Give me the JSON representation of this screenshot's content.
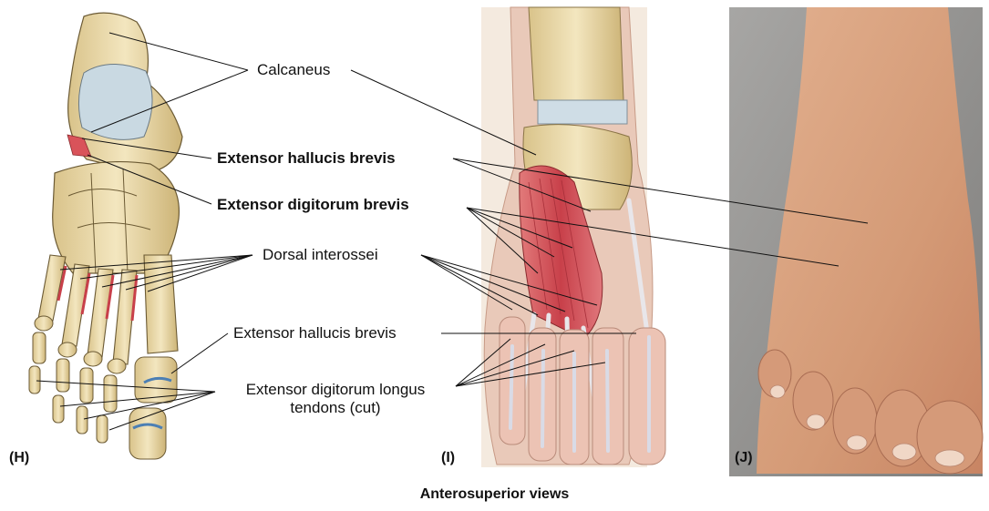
{
  "labels": {
    "calcaneus": "Calcaneus",
    "ext_hallucis_brevis_1": "Extensor hallucis brevis",
    "ext_digitorum_brevis": "Extensor digitorum brevis",
    "dorsal_interossei": "Dorsal interossei",
    "ext_hallucis_brevis_2": "Extensor hallucis brevis",
    "ext_digitorum_longus_1": "Extensor digitorum longus",
    "ext_digitorum_longus_2": "tendons (cut)"
  },
  "panels": {
    "h": "(H)",
    "i": "(I)",
    "j": "(J)"
  },
  "caption": "Anterosuperior views",
  "colors": {
    "bone": "#e8d7a6",
    "bone_dark": "#c8ae70",
    "cartilage": "#c9d9e2",
    "muscle": "#d9535a",
    "skin": "#d9a07e",
    "photo_bg": "#8f8e8c"
  }
}
